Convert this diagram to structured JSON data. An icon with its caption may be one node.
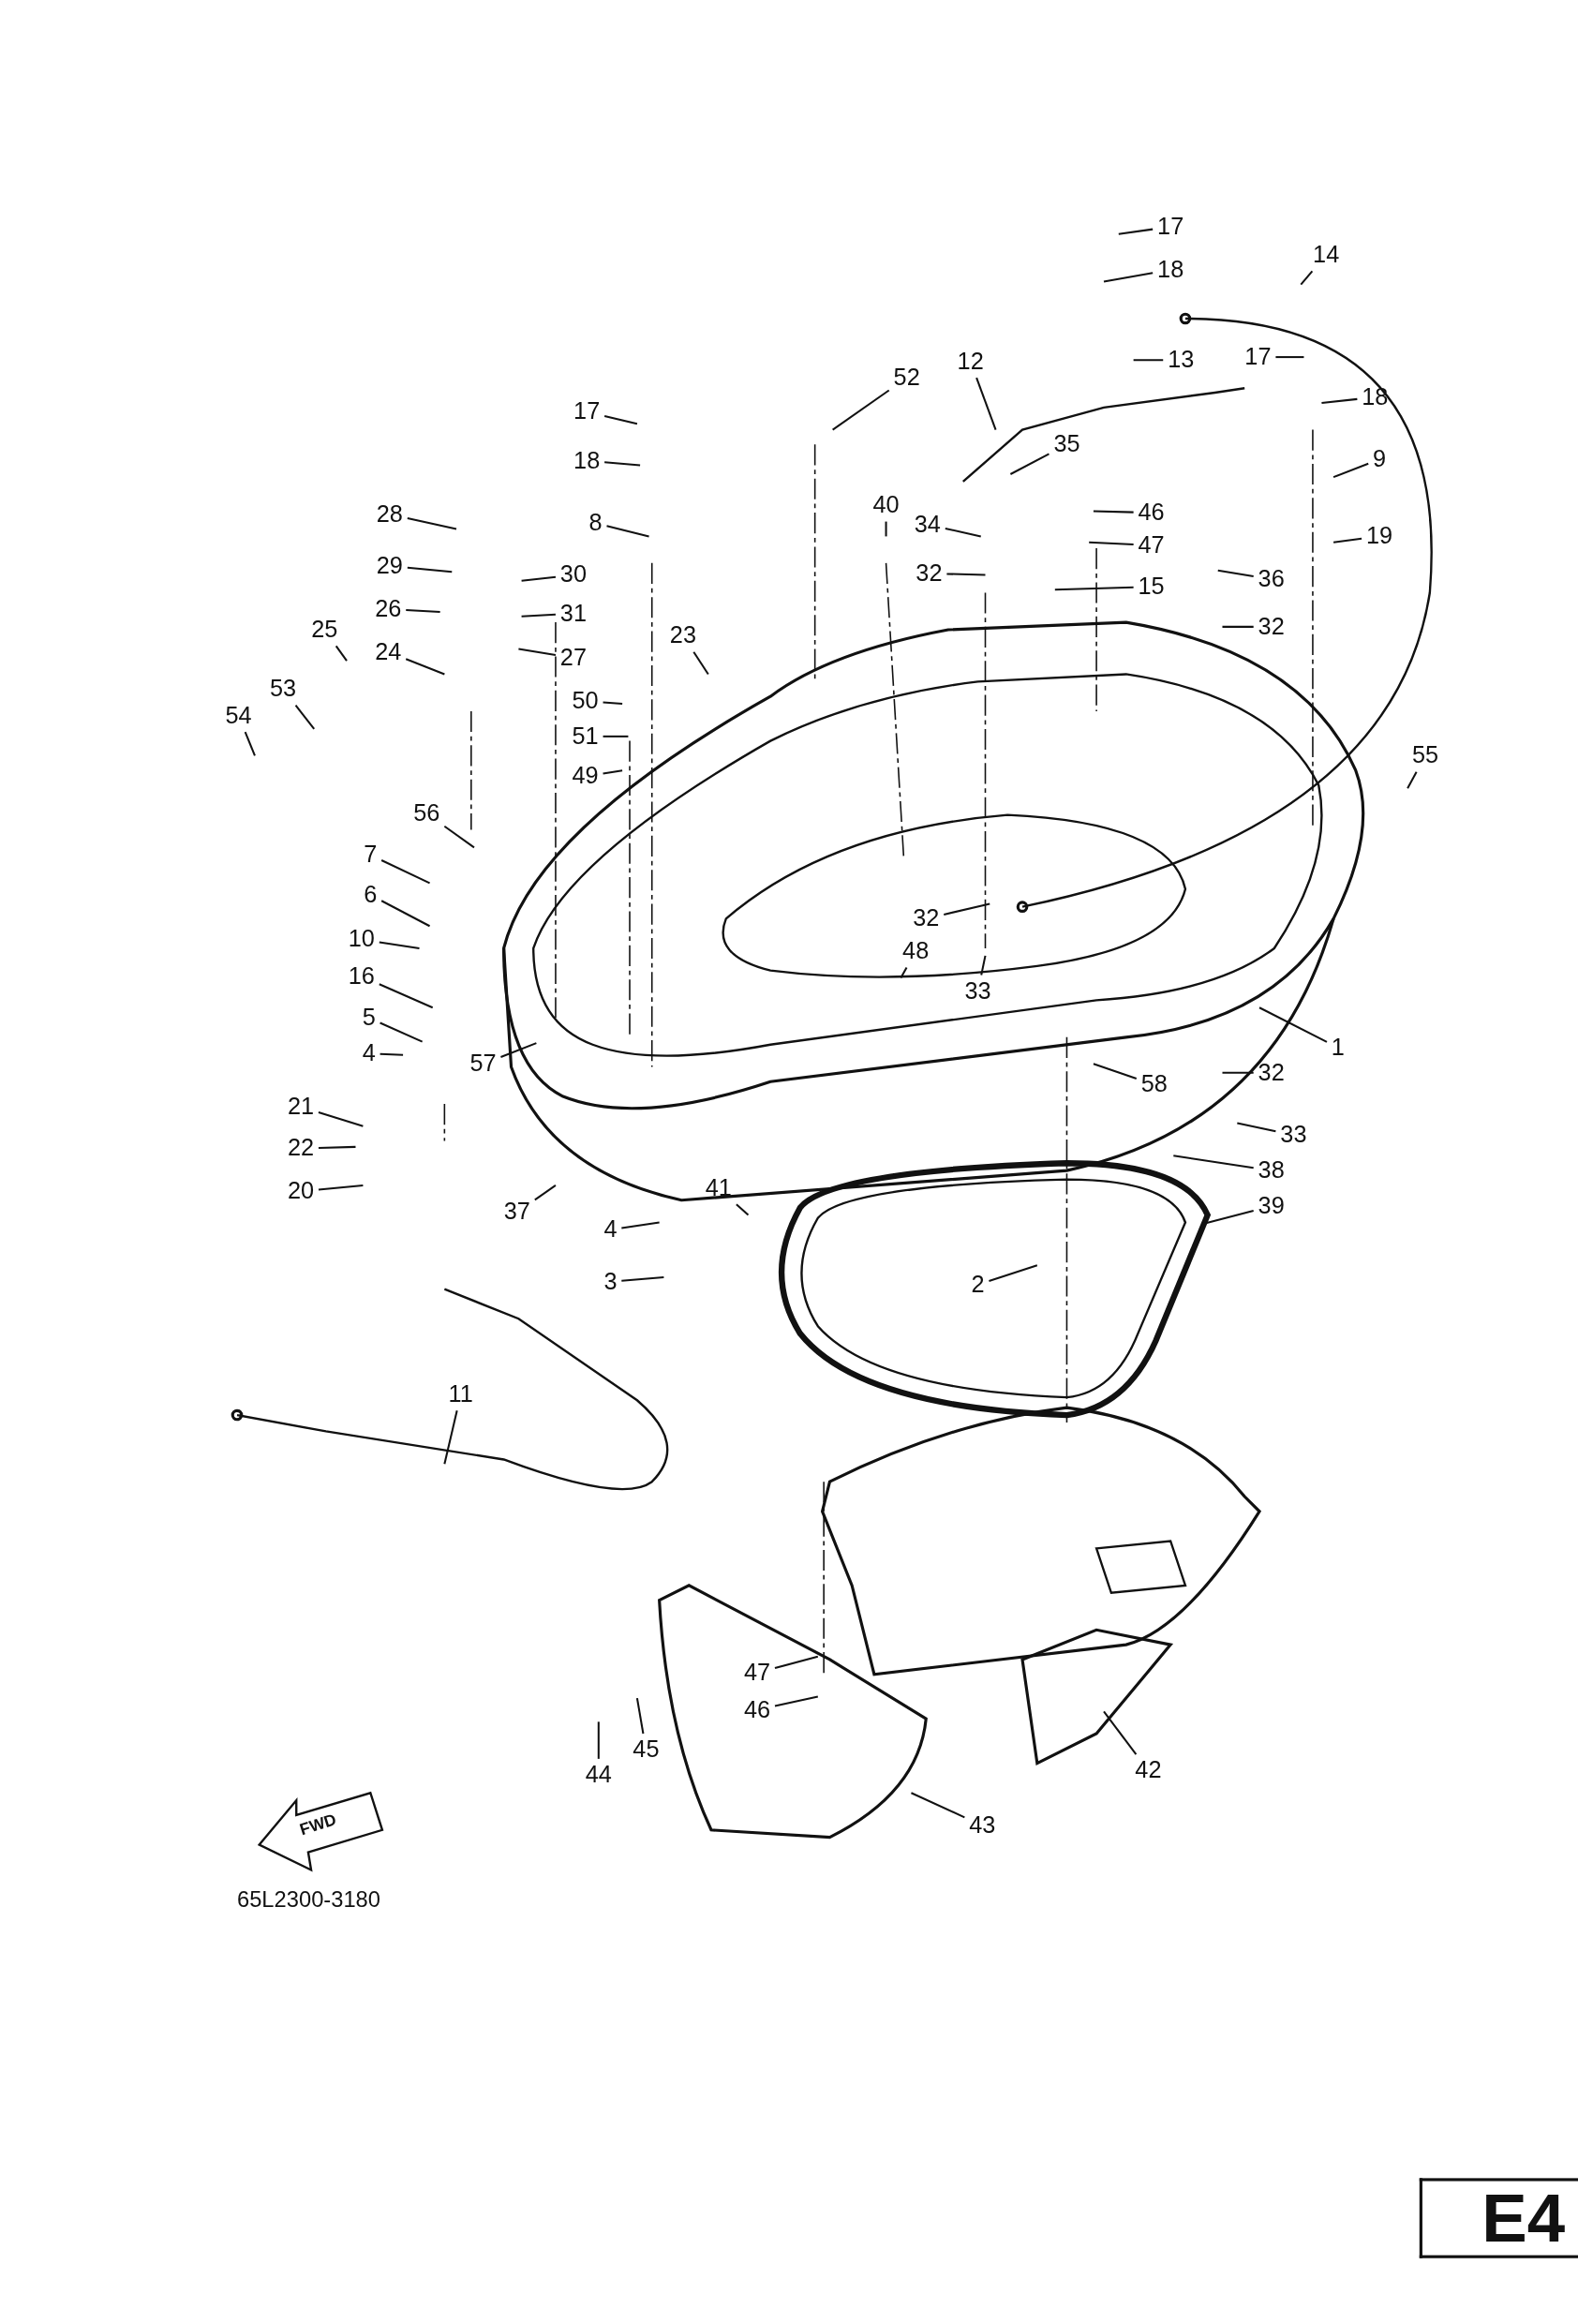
{
  "diagram": {
    "nodes": [
      {
        "text": [
          "17"
        ]
      },
      {
        "text": [
          "18"
        ]
      },
      {
        "text": [
          "14"
        ]
      },
      {
        "text": [
          "13"
        ]
      },
      {
        "text": [
          "17"
        ]
      },
      {
        "text": [
          "52"
        ]
      },
      {
        "text": [
          "12"
        ]
      },
      {
        "text": [
          "18"
        ]
      },
      {
        "text": [
          "17"
        ]
      },
      {
        "text": [
          "18"
        ]
      },
      {
        "text": [
          "9"
        ]
      },
      {
        "text": [
          "35"
        ]
      },
      {
        "text": [
          "28"
        ]
      },
      {
        "text": [
          "8"
        ]
      },
      {
        "text": [
          "40"
        ]
      },
      {
        "text": [
          "34"
        ]
      },
      {
        "text": [
          "46"
        ]
      },
      {
        "text": [
          "47"
        ]
      },
      {
        "text": [
          "32"
        ]
      },
      {
        "text": [
          "36"
        ]
      },
      {
        "text": [
          "19"
        ]
      },
      {
        "text": [
          "29"
        ]
      },
      {
        "text": [
          "30"
        ]
      },
      {
        "text": [
          "15"
        ]
      },
      {
        "text": [
          "26"
        ]
      },
      {
        "text": [
          "31"
        ]
      },
      {
        "text": [
          "32"
        ]
      },
      {
        "text": [
          "27"
        ]
      },
      {
        "text": [
          "23"
        ]
      },
      {
        "text": [
          "25"
        ]
      },
      {
        "text": [
          "24"
        ]
      },
      {
        "text": [
          "50"
        ]
      },
      {
        "text": [
          "53"
        ]
      },
      {
        "text": [
          "54"
        ]
      },
      {
        "text": [
          "51"
        ]
      },
      {
        "text": [
          "49"
        ]
      },
      {
        "text": [
          "55"
        ]
      },
      {
        "text": [
          "56"
        ]
      },
      {
        "text": [
          "7"
        ]
      },
      {
        "text": [
          "6"
        ]
      },
      {
        "text": [
          "32"
        ]
      },
      {
        "text": [
          "10"
        ]
      },
      {
        "text": [
          "33"
        ]
      },
      {
        "text": [
          "48"
        ]
      },
      {
        "text": [
          "16"
        ]
      },
      {
        "text": [
          "1"
        ]
      },
      {
        "text": [
          "5"
        ]
      },
      {
        "text": [
          "57"
        ]
      },
      {
        "text": [
          "4"
        ]
      },
      {
        "text": [
          "58"
        ]
      },
      {
        "text": [
          "32"
        ]
      },
      {
        "text": [
          "21"
        ]
      },
      {
        "text": [
          "33"
        ]
      },
      {
        "text": [
          "22"
        ]
      },
      {
        "text": [
          "20"
        ]
      },
      {
        "text": [
          "38"
        ]
      },
      {
        "text": [
          "37"
        ]
      },
      {
        "text": [
          "41"
        ]
      },
      {
        "text": [
          "4"
        ]
      },
      {
        "text": [
          "39"
        ]
      },
      {
        "text": [
          "2"
        ]
      },
      {
        "text": [
          "3"
        ]
      },
      {
        "text": [
          "11"
        ]
      },
      {
        "text": [
          "47"
        ]
      },
      {
        "text": [
          "46"
        ]
      },
      {
        "text": [
          "45"
        ]
      },
      {
        "text": [
          "44"
        ]
      },
      {
        "text": [
          "42"
        ]
      },
      {
        "text": [
          "43"
        ]
      }
    ],
    "edges": [
      {
        "from": 0,
        "to": null,
        "arrow": "none"
      },
      {
        "from": 1,
        "to": null,
        "arrow": "none"
      },
      {
        "from": 2,
        "to": null,
        "arrow": "none"
      },
      {
        "from": 3,
        "to": null,
        "arrow": "none"
      },
      {
        "from": 4,
        "to": null,
        "arrow": "none"
      },
      {
        "from": 5,
        "to": null,
        "arrow": "none"
      },
      {
        "from": 6,
        "to": null,
        "arrow": "none"
      },
      {
        "from": 7,
        "to": null,
        "arrow": "none"
      },
      {
        "from": 8,
        "to": null,
        "arrow": "none"
      },
      {
        "from": 9,
        "to": null,
        "arrow": "none"
      },
      {
        "from": 10,
        "to": null,
        "arrow": "none"
      },
      {
        "from": 11,
        "to": null,
        "arrow": "none"
      },
      {
        "from": 12,
        "to": null,
        "arrow": "none"
      },
      {
        "from": 13,
        "to": null,
        "arrow": "none"
      },
      {
        "from": 14,
        "to": null,
        "arrow": "none"
      },
      {
        "from": 15,
        "to": null,
        "arrow": "none"
      },
      {
        "from": 16,
        "to": null,
        "arrow": "none"
      },
      {
        "from": 17,
        "to": null,
        "arrow": "none"
      },
      {
        "from": 18,
        "to": null,
        "arrow": "none"
      },
      {
        "from": 19,
        "to": null,
        "arrow": "none"
      },
      {
        "from": 20,
        "to": null,
        "arrow": "none"
      },
      {
        "from": 21,
        "to": null,
        "arrow": "none"
      },
      {
        "from": 22,
        "to": null,
        "arrow": "none"
      },
      {
        "from": 23,
        "to": null,
        "arrow": "none"
      },
      {
        "from": 24,
        "to": null,
        "arrow": "none"
      },
      {
        "from": 25,
        "to": null,
        "arrow": "none"
      },
      {
        "from": 26,
        "to": null,
        "arrow": "none"
      },
      {
        "from": 27,
        "to": null,
        "arrow": "none"
      },
      {
        "from": 28,
        "to": null,
        "arrow": "none"
      },
      {
        "from": 29,
        "to": null,
        "arrow": "none"
      },
      {
        "from": 30,
        "to": null,
        "arrow": "none"
      },
      {
        "from": 31,
        "to": null,
        "arrow": "none"
      },
      {
        "from": 32,
        "to": null,
        "arrow": "none"
      },
      {
        "from": 33,
        "to": null,
        "arrow": "none"
      },
      {
        "from": 34,
        "to": null,
        "arrow": "none"
      },
      {
        "from": 35,
        "to": null,
        "arrow": "none"
      },
      {
        "from": 36,
        "to": null,
        "arrow": "none"
      },
      {
        "from": 37,
        "to": null,
        "arrow": "none"
      },
      {
        "from": 38,
        "to": null,
        "arrow": "none"
      },
      {
        "from": 39,
        "to": null,
        "arrow": "none"
      },
      {
        "from": 40,
        "to": null,
        "arrow": "none"
      },
      {
        "from": 41,
        "to": null,
        "arrow": "none"
      },
      {
        "from": 42,
        "to": null,
        "arrow": "none"
      },
      {
        "from": 43,
        "to": null,
        "arrow": "none"
      },
      {
        "from": 44,
        "to": null,
        "arrow": "none"
      },
      {
        "from": 45,
        "to": null,
        "arrow": "none"
      },
      {
        "from": 46,
        "to": null,
        "arrow": "none"
      },
      {
        "from": 47,
        "to": null,
        "arrow": "none"
      },
      {
        "from": 48,
        "to": null,
        "arrow": "none"
      },
      {
        "from": 49,
        "to": null,
        "arrow": "none"
      },
      {
        "from": 50,
        "to": null,
        "arrow": "none"
      },
      {
        "from": 51,
        "to": null,
        "arrow": "none"
      },
      {
        "from": 52,
        "to": null,
        "arrow": "none"
      },
      {
        "from": 53,
        "to": null,
        "arrow": "none"
      },
      {
        "from": 54,
        "to": null,
        "arrow": "none"
      },
      {
        "from": 55,
        "to": null,
        "arrow": "none"
      },
      {
        "from": 56,
        "to": null,
        "arrow": "none"
      },
      {
        "from": 57,
        "to": null,
        "arrow": "none"
      },
      {
        "from": 58,
        "to": null,
        "arrow": "none"
      },
      {
        "from": 59,
        "to": null,
        "arrow": "none"
      },
      {
        "from": 60,
        "to": null,
        "arrow": "none"
      },
      {
        "from": 61,
        "to": null,
        "arrow": "none"
      },
      {
        "from": 62,
        "to": null,
        "arrow": "none"
      },
      {
        "from": 63,
        "to": null,
        "arrow": "none"
      },
      {
        "from": 64,
        "to": null,
        "arrow": "none"
      },
      {
        "from": 65,
        "to": null,
        "arrow": "none"
      },
      {
        "from": 66,
        "to": null,
        "arrow": "none"
      },
      {
        "from": 67,
        "to": null,
        "arrow": "none"
      },
      {
        "from": 68,
        "to": null,
        "arrow": "none"
      }
    ],
    "labels": [
      "FWD",
      "65L2300-3180",
      "E4"
    ]
  }
}
